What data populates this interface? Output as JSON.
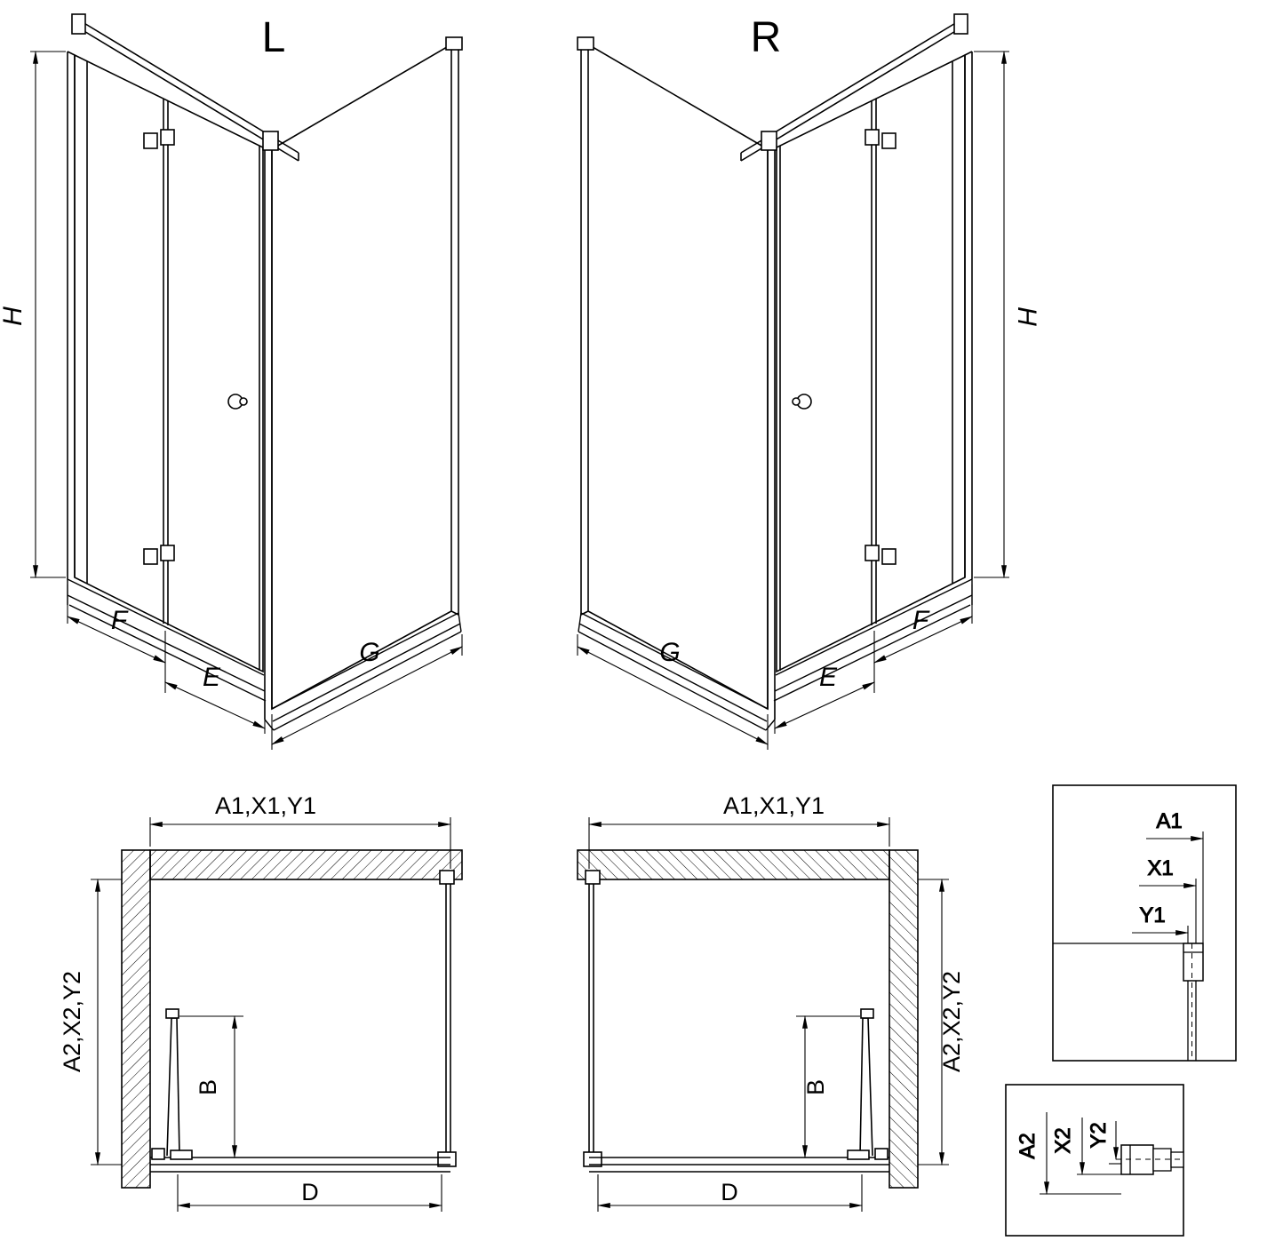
{
  "drawing": {
    "background_color": "#ffffff",
    "line_color": "#000000"
  },
  "iso_views": {
    "left": {
      "variant_label": "L",
      "height_label": "H",
      "front_fixed_width_label": "F",
      "door_width_label": "E",
      "side_panel_width_label": "G"
    },
    "right": {
      "variant_label": "R",
      "height_label": "H",
      "front_fixed_width_label": "F",
      "door_width_label": "E",
      "side_panel_width_label": "G"
    }
  },
  "plan_views": {
    "left": {
      "top_width_label": "A1,X1,Y1",
      "side_depth_label": "A2,X2,Y2",
      "door_projection_label": "B",
      "entry_width_label": "D"
    },
    "right": {
      "top_width_label": "A1,X1,Y1",
      "side_depth_label": "A2,X2,Y2",
      "door_projection_label": "B",
      "entry_width_label": "D"
    }
  },
  "detail_views": {
    "top": {
      "dim_a1": "A1",
      "dim_x1": "X1",
      "dim_y1": "Y1"
    },
    "bottom": {
      "dim_a2": "A2",
      "dim_x2": "X2",
      "dim_y2": "Y2"
    }
  }
}
